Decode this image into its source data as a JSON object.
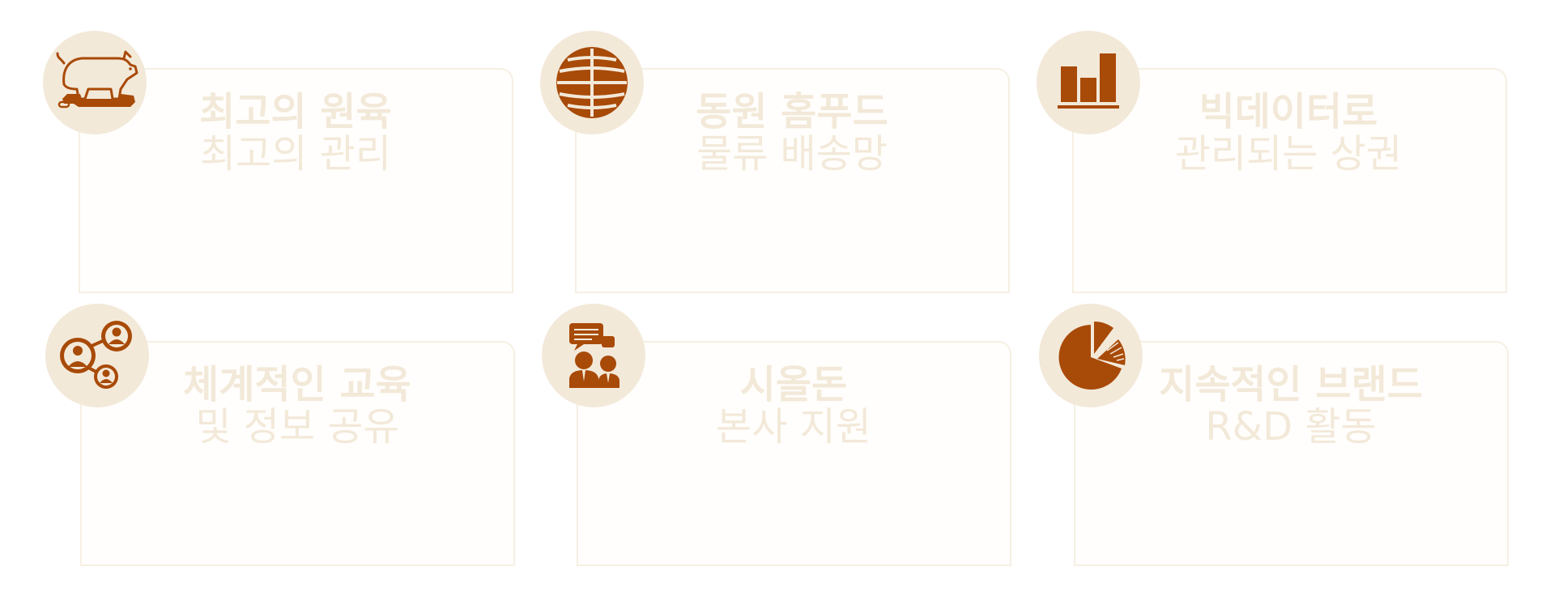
{
  "colors": {
    "accent": "#a84a08",
    "circle": "#f3e9d9",
    "card_border": "#f6efe3",
    "text": "#f3e9d9"
  },
  "cards": [
    {
      "title": "최고의 원육",
      "subtitle": "최고의 관리",
      "icon": "pig-icon"
    },
    {
      "title": "동원 홈푸드",
      "subtitle": "물류 배송망",
      "icon": "globe-icon"
    },
    {
      "title": "빅데이터로",
      "subtitle": "관리되는 상권",
      "icon": "bar-chart-icon"
    },
    {
      "title": "체계적인 교육",
      "subtitle": "및 정보 공유",
      "icon": "people-network-icon"
    },
    {
      "title": "시올돈",
      "subtitle": "본사 지원",
      "icon": "conversation-icon"
    },
    {
      "title": "지속적인 브랜드",
      "subtitle": "R&D 활동",
      "icon": "pie-chart-icon"
    }
  ]
}
